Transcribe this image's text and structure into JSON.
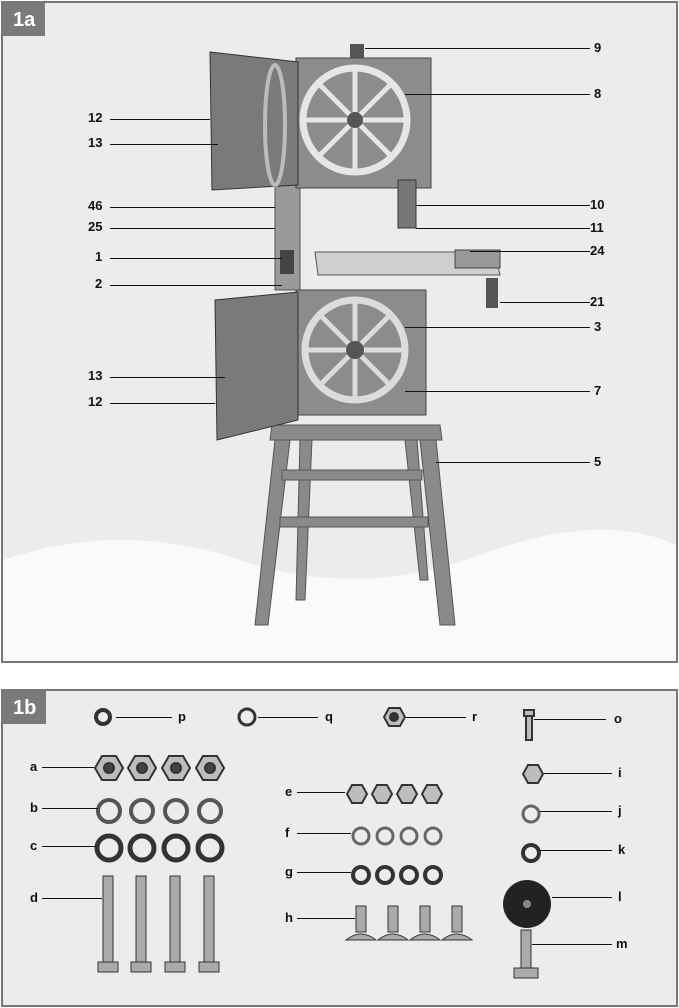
{
  "figure_a": {
    "tag": "1a",
    "callouts_left": [
      "12",
      "13",
      "46",
      "25",
      "1",
      "2",
      "13",
      "12"
    ],
    "callouts_right": [
      "9",
      "8",
      "10",
      "11",
      "24",
      "21",
      "3",
      "7",
      "5"
    ]
  },
  "figure_b": {
    "tag": "1b",
    "callouts": [
      "p",
      "q",
      "r",
      "o",
      "a",
      "b",
      "c",
      "d",
      "e",
      "f",
      "g",
      "h",
      "i",
      "j",
      "k",
      "l",
      "m"
    ]
  }
}
